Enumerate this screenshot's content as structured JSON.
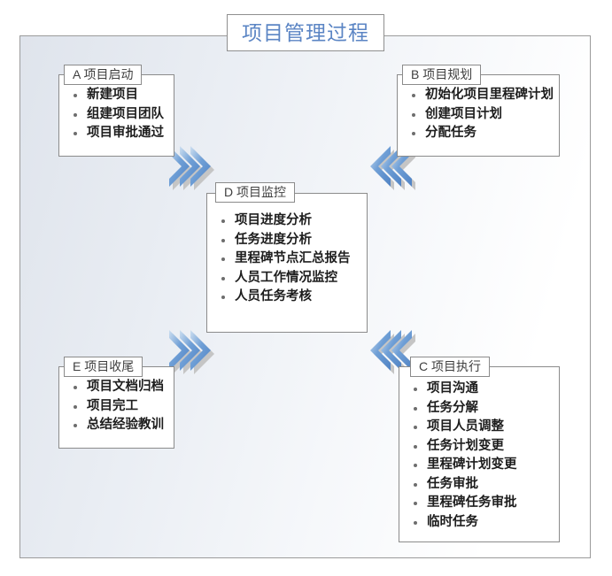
{
  "title": "项目管理过程",
  "frame": {
    "background_left": "#dfe4ec",
    "background_right": "#ffffff",
    "border_color": "#9b9b9b"
  },
  "colors": {
    "title_text": "#5b85c4",
    "arrow_blue": "#5b8fd0",
    "arrow_light_blue": "#b9d0ea",
    "arrow_shadow": "#c9c9c9",
    "box_border": "#8b8b8b",
    "body_text": "#1d1d1d"
  },
  "phases": {
    "a": {
      "key": "A",
      "header": "A  项目启动",
      "items": [
        "新建项目",
        "组建项目团队",
        "项目审批通过"
      ]
    },
    "b": {
      "key": "B",
      "header": "B  项目规划",
      "items": [
        "初始化项目里程碑计划",
        "创建项目计划",
        "分配任务"
      ]
    },
    "c": {
      "key": "C",
      "header": "C  项目执行",
      "items": [
        "项目沟通",
        "任务分解",
        "项目人员调整",
        "任务计划变更",
        "里程碑计划变更",
        "任务审批",
        "里程碑任务审批",
        "临时任务"
      ]
    },
    "d": {
      "key": "D",
      "header": "D  项目监控",
      "items": [
        "项目进度分析",
        "任务进度分析",
        "里程碑节点汇总报告",
        "人员工作情况监控",
        "人员任务考核"
      ]
    },
    "e": {
      "key": "E",
      "header": "E  项目收尾",
      "items": [
        "项目文档归档",
        "项目完工",
        "总结经验教训"
      ]
    }
  },
  "arrows": [
    {
      "name": "arrow-a-to-d",
      "from": "A",
      "to": "D",
      "direction": "down-right",
      "chevrons": 3
    },
    {
      "name": "arrow-b-to-d",
      "from": "B",
      "to": "D",
      "direction": "down-left",
      "chevrons": 3
    },
    {
      "name": "arrow-e-to-d",
      "from": "E",
      "to": "D",
      "direction": "up-right",
      "chevrons": 3
    },
    {
      "name": "arrow-c-to-d",
      "from": "C",
      "to": "D",
      "direction": "up-left",
      "chevrons": 3
    }
  ]
}
